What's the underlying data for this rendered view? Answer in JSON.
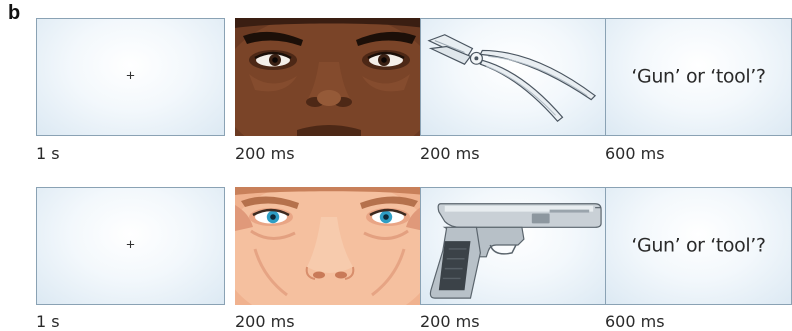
{
  "panel_label": "b",
  "trials": [
    {
      "frames": [
        {
          "stimulus": "fixation-cross",
          "symbol": "+",
          "duration": "1 s"
        },
        {
          "stimulus": "face-dark-skin",
          "duration": "200 ms"
        },
        {
          "stimulus": "pliers-tool",
          "duration": "200 ms"
        },
        {
          "stimulus": "response-prompt",
          "prompt": "‘Gun’ or ‘tool’?",
          "duration": "600 ms"
        }
      ]
    },
    {
      "frames": [
        {
          "stimulus": "fixation-cross",
          "symbol": "+",
          "duration": "1 s"
        },
        {
          "stimulus": "face-light-skin",
          "duration": "200 ms"
        },
        {
          "stimulus": "handgun-gun",
          "duration": "200 ms"
        },
        {
          "stimulus": "response-prompt",
          "prompt": "‘Gun’ or ‘tool’?",
          "duration": "600 ms"
        }
      ]
    }
  ],
  "colors": {
    "frame_border": "#8aa2b4",
    "frame_fill": "#dce9f3",
    "dark_skin": "#6b3a22",
    "light_skin": "#f0b28f",
    "eye_blue": "#2e9ec4"
  }
}
